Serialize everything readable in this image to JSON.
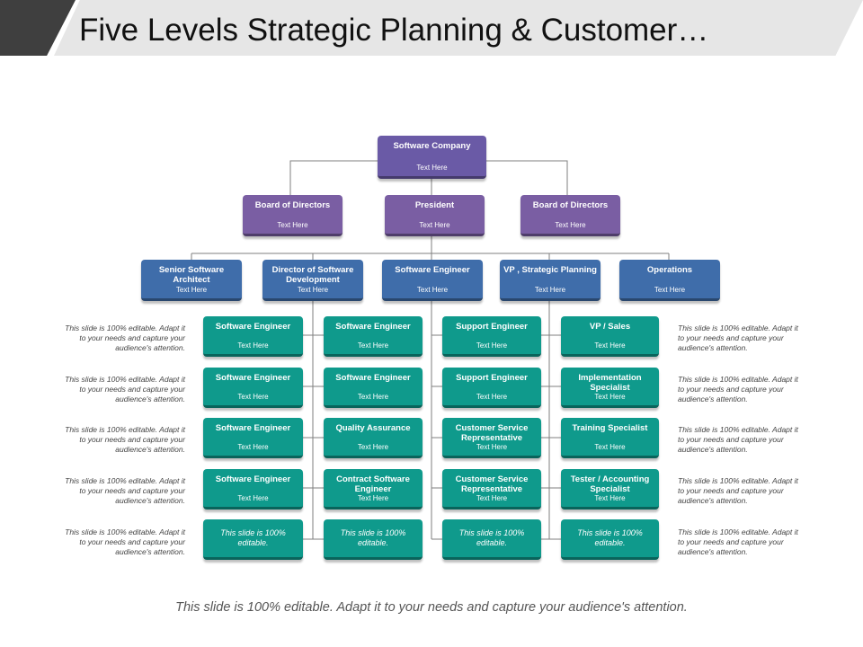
{
  "title": "Five Levels Strategic Planning & Customer…",
  "footer": "This slide is 100% editable. Adapt it to your needs and capture your audience's attention.",
  "sub_text": "Text Here",
  "note_text": "This slide is 100% editable. Adapt it to your needs and capture your audience's attention.",
  "top": {
    "title": "Software Company",
    "sub": "Text Here"
  },
  "level2": [
    {
      "title": "Board of Directors",
      "sub": "Text Here"
    },
    {
      "title": "President",
      "sub": "Text Here"
    },
    {
      "title": "Board of Directors",
      "sub": "Text Here"
    }
  ],
  "level3": [
    {
      "title": "Senior Software Architect",
      "sub": "Text Here"
    },
    {
      "title": "Director of Software Development",
      "sub": "Text Here"
    },
    {
      "title": "Software Engineer",
      "sub": "Text Here"
    },
    {
      "title": "VP , Strategic Planning",
      "sub": "Text Here"
    },
    {
      "title": "Operations",
      "sub": "Text Here"
    }
  ],
  "columns": [
    {
      "items": [
        {
          "title": "Software Engineer",
          "sub": "Text Here"
        },
        {
          "title": "Software Engineer",
          "sub": "Text Here"
        },
        {
          "title": "Software Engineer",
          "sub": "Text Here"
        },
        {
          "title": "Software Engineer",
          "sub": "Text Here"
        },
        {
          "italic": "This slide is 100% editable."
        }
      ]
    },
    {
      "items": [
        {
          "title": "Software Engineer",
          "sub": "Text Here"
        },
        {
          "title": "Software Engineer",
          "sub": "Text Here"
        },
        {
          "title": "Quality Assurance",
          "sub": "Text Here"
        },
        {
          "title": "Contract Software Engineer",
          "sub": "Text Here"
        },
        {
          "italic": "This slide is 100% editable."
        }
      ]
    },
    {
      "items": [
        {
          "title": "Support Engineer",
          "sub": "Text Here"
        },
        {
          "title": "Support Engineer",
          "sub": "Text Here"
        },
        {
          "title": "Customer Service Representative",
          "sub": "Text Here"
        },
        {
          "title": "Customer Service Representative",
          "sub": "Text Here"
        },
        {
          "italic": "This slide is 100% editable."
        }
      ]
    },
    {
      "items": [
        {
          "title": "VP / Sales",
          "sub": "Text Here"
        },
        {
          "title": "Implementation Specialist",
          "sub": "Text Here"
        },
        {
          "title": "Training Specialist",
          "sub": "Text Here"
        },
        {
          "title": "Tester / Accounting Specialist",
          "sub": "Text Here"
        },
        {
          "italic": "This slide is 100% editable."
        }
      ]
    }
  ],
  "left_notes": [
    "This slide is 100% editable. Adapt it to your needs and capture your audience's attention.",
    "This slide is 100% editable. Adapt it to your needs and capture your audience's attention.",
    "This slide is 100% editable. Adapt it to your needs and capture your audience's attention.",
    "This slide is 100% editable. Adapt it to your needs and capture your audience's attention.",
    "This slide is 100% editable. Adapt it to your needs and capture your audience's attention."
  ],
  "right_notes": [
    "This slide is 100% editable. Adapt it to your needs and capture your audience's attention.",
    "This slide is 100% editable. Adapt it to your needs and capture your audience's attention.",
    "This slide is 100% editable. Adapt it to your needs and capture your audience's attention.",
    "This slide is 100% editable. Adapt it to your needs and capture your audience's attention.",
    "This slide is 100% editable. Adapt it to your needs and capture your audience's attention."
  ],
  "colors": {
    "top": "#6a5aa6",
    "level2": "#7a5ea3",
    "level3": "#3f6daa",
    "level4": "#0f9a8c",
    "connector": "#7f7f7f"
  }
}
